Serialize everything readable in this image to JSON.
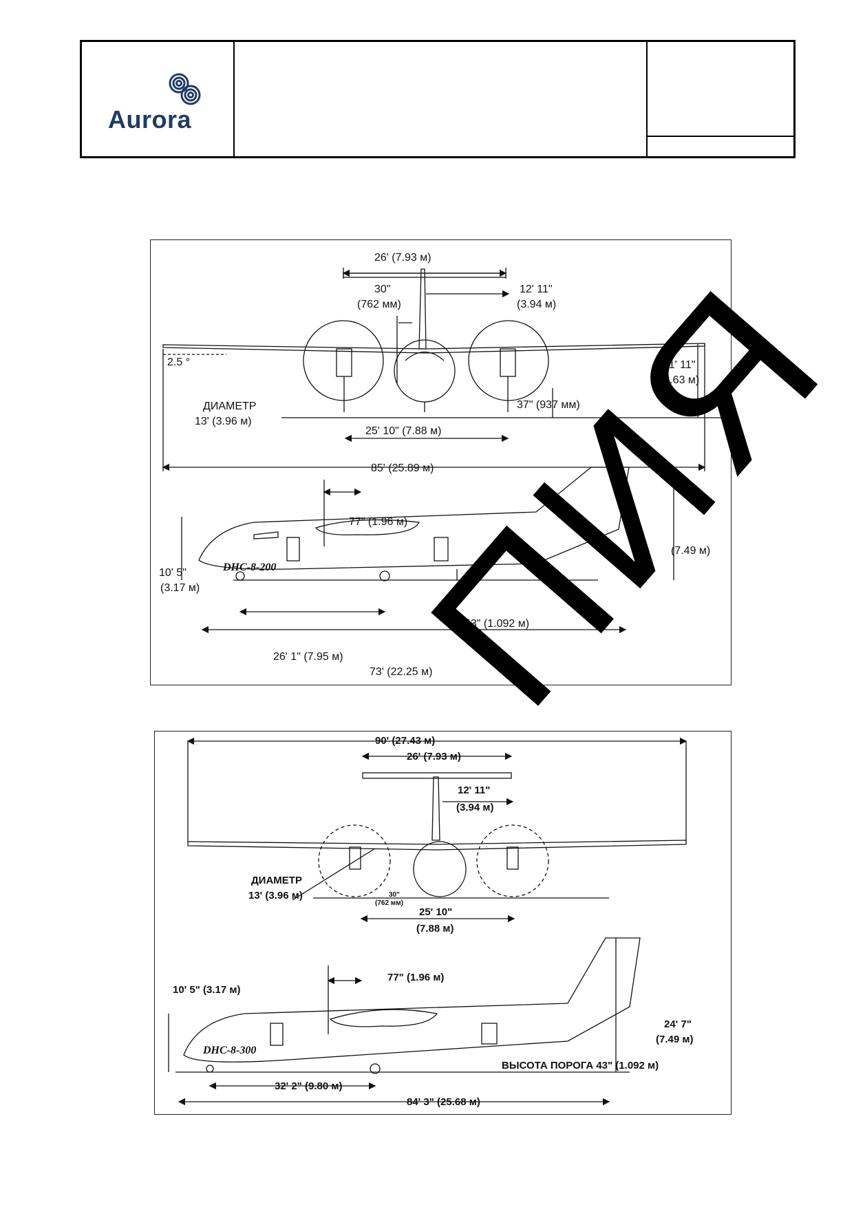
{
  "header": {
    "logo_text": "Aurora",
    "title": "",
    "right_top": "",
    "right_bottom": ""
  },
  "watermark": "ПИЯ",
  "diagram1": {
    "model": "DHC-8-200",
    "labels": {
      "tail_span": "26' (7.93 м)",
      "prop_clear_in": "30\"",
      "prop_clear_mm": "(762 мм)",
      "tail_height": "12' 11\"",
      "tail_height_m": "(3.94 м)",
      "dihedral": "2.5 °",
      "wing_height": "11' 11\"",
      "wing_height_m": "(3.63 м)",
      "diameter": "ДИАМЕТР",
      "diameter_val": "13' (3.96 м)",
      "ground_clear": "37\" (937 мм)",
      "track": "25' 10\" (7.88 м)",
      "span": "85' (25.89 м)",
      "prop_fwd": "77\" (1.96 м)",
      "fus_height": "10' 5\"",
      "fus_height_m": "(3.17 м)",
      "overall_height": "(7.49 м)",
      "sill": "43\" (1.092 м)",
      "wheelbase": "26' 1\" (7.95 м)",
      "length": "73' (22.25 м)"
    }
  },
  "diagram2": {
    "model": "DHC-8-300",
    "labels": {
      "span": "90' (27.43 м)",
      "tail_span": "26' (7.93 м)",
      "tail_height": "12' 11\"",
      "tail_height_m": "(3.94 м)",
      "diameter": "ДИАМЕТР",
      "diameter_val": "13' (3.96 м)",
      "prop_clear_in": "30\"",
      "prop_clear_mm": "(762 мм)",
      "track": "25' 10\"",
      "track_m": "(7.88 м)",
      "fus_height": "10' 5\" (3.17 м)",
      "prop_fwd": "77\" (1.96 м)",
      "overall_height": "24' 7\"",
      "overall_height_m": "(7.49 м)",
      "sill": "ВЫСОТА ПОРОГА 43\" (1.092 м)",
      "wheelbase": "32' 2\" (9.80 м)",
      "length": "84' 3\" (25.68 м)"
    }
  }
}
